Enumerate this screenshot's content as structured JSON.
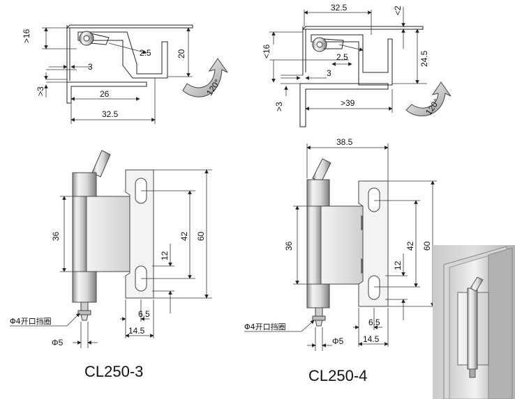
{
  "colors": {
    "line": "#222222",
    "metal_light": "#f2f2f2",
    "metal_dark": "#9a9a9a",
    "photo_bg": "#b9b9b9"
  },
  "models": {
    "left": {
      "name": "CL250-3"
    },
    "right": {
      "name": "CL250-4"
    }
  },
  "top_left": {
    "gt16": ">16",
    "gt3": ">3",
    "d20": "20",
    "d3": "3",
    "d2_5": "2.5",
    "d26": "26",
    "d32_5": "32.5",
    "angle": "120°"
  },
  "top_right": {
    "d32_5": "32.5",
    "lt2": "<2",
    "lt16": "<16",
    "d2_5": "2.5",
    "d3": "3",
    "d24_5": "24.5",
    "gt3": ">3",
    "gt39": ">39",
    "angle": "120°"
  },
  "bottom_left": {
    "d36": "36",
    "d42": "42",
    "d60": "60",
    "d12": "12",
    "d6_5": "6.5",
    "d14_5": "14.5",
    "dia5": "Φ5",
    "note": "Φ4开口挡圈"
  },
  "bottom_right": {
    "d38_5": "38.5",
    "d36": "36",
    "d42": "42",
    "d60": "60",
    "d12": "12",
    "d6_5": "6.5",
    "d14_5": "14.5",
    "dia5": "Φ5",
    "note": "Φ4开口挡圈"
  }
}
